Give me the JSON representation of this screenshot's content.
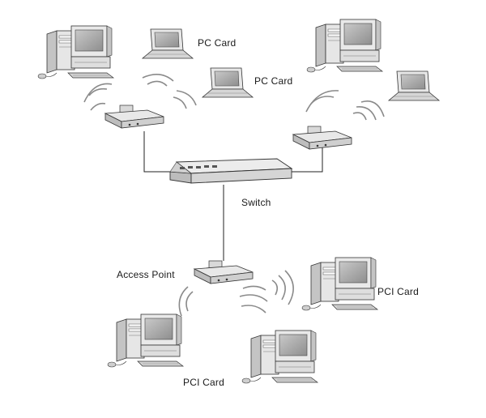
{
  "diagram": {
    "labels": {
      "pc_card_1": "PC Card",
      "pc_card_2": "PC Card",
      "switch": "Switch",
      "access_point": "Access Point",
      "pci_card_1": "PCI Card",
      "pci_card_2": "PCI Card"
    },
    "colors": {
      "line": "#222222",
      "wave": "#8a8a8a",
      "device_body": "#e4e4e4",
      "device_shade": "#b9b9b9",
      "screen": "#9a9a9a"
    }
  }
}
